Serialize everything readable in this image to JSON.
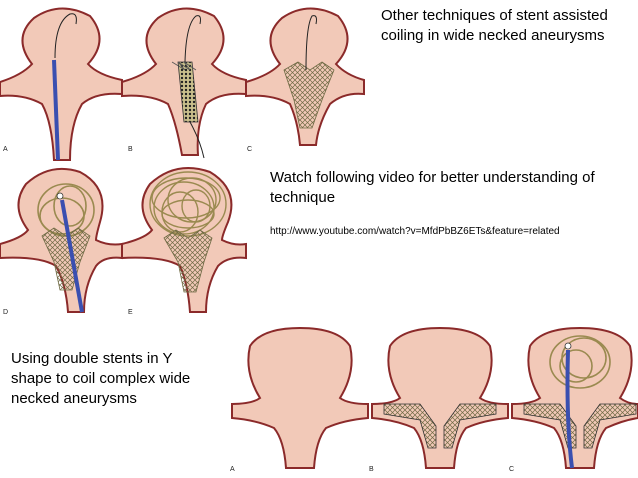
{
  "top_text": {
    "line1": "Other techniques of stent assisted",
    "line2": "coiling in wide necked aneurysms"
  },
  "video_text": {
    "line1": "Watch following video for better understanding of",
    "line2": "technique"
  },
  "video_link": "http://www.youtube.com/watch?v=MfdPbBZ6ETs&feature=related",
  "y_stent_text": {
    "line1": "Using double stents in Y",
    "line2": "shape to coil complex wide",
    "line3": "necked aneurysms"
  },
  "panel_labels_top": [
    "A",
    "B",
    "C",
    "D",
    "E"
  ],
  "panel_labels_bottom": [
    "A",
    "B",
    "C"
  ],
  "colors": {
    "sac_fill": "#f2c9b8",
    "vessel_wall": "#8b2a2a",
    "catheter": "#3a4fb0",
    "coil": "#9a8a50"
  }
}
